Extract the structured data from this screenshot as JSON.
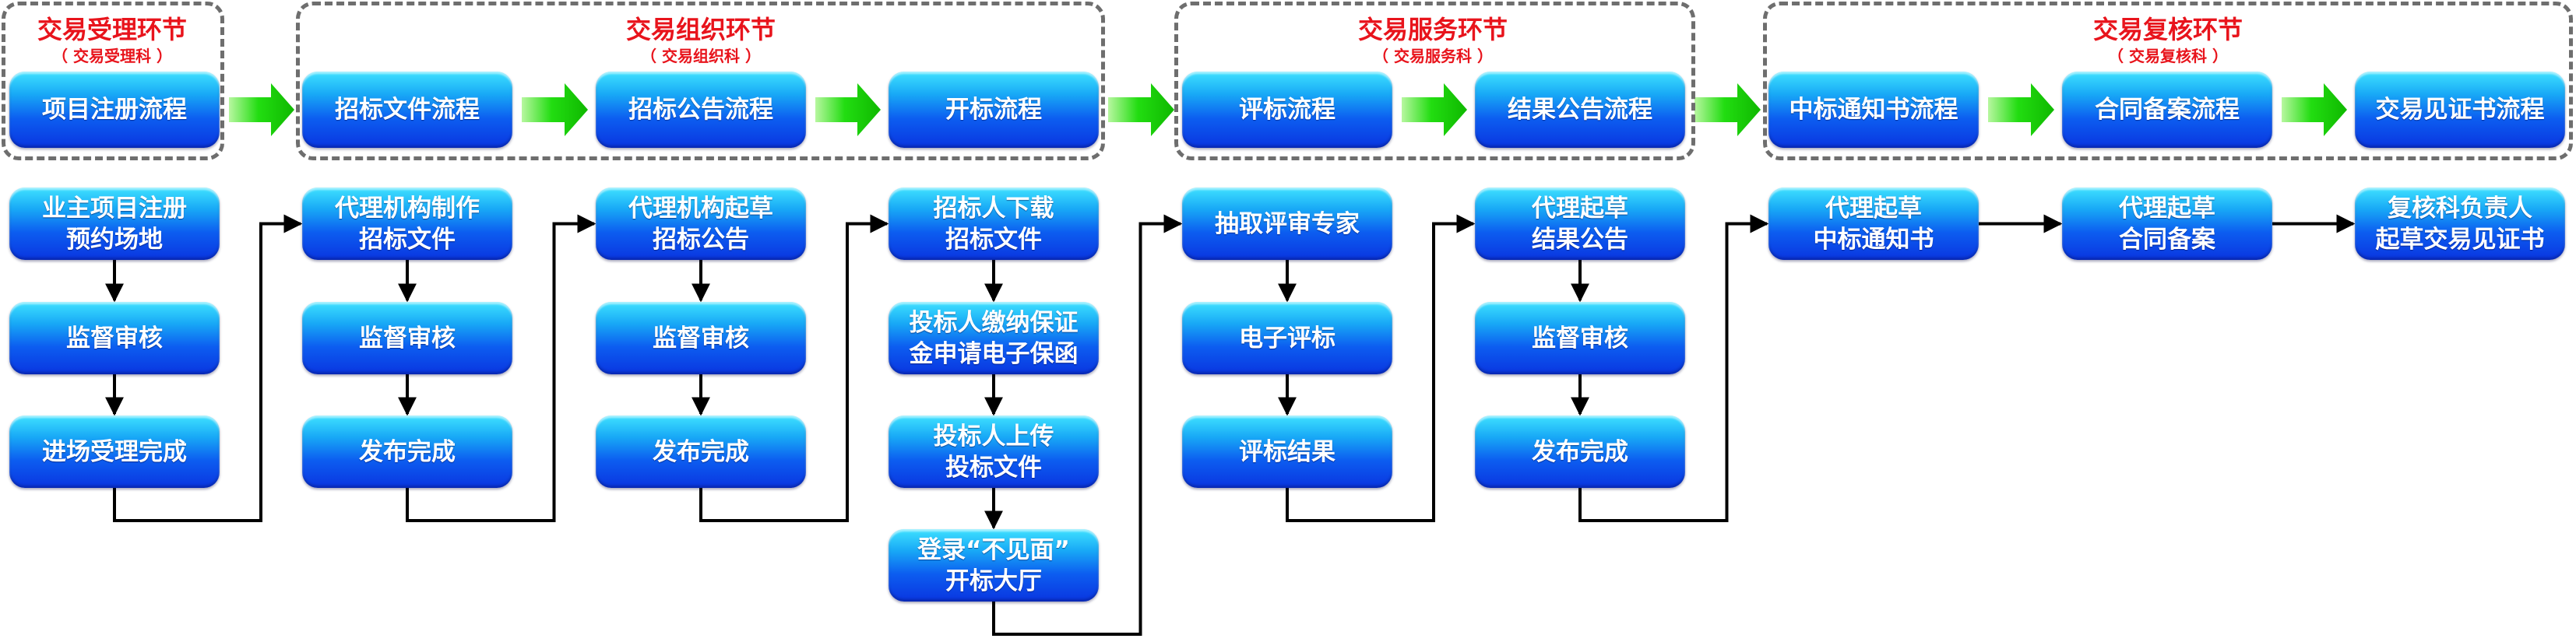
{
  "groups": [
    {
      "id": "g1",
      "title": "交易受理环节",
      "subtitle": "（ 交易受理科 ）"
    },
    {
      "id": "g2",
      "title": "交易组织环节",
      "subtitle": "（ 交易组织科 ）"
    },
    {
      "id": "g3",
      "title": "交易服务环节",
      "subtitle": "（ 交易服务科 ）"
    },
    {
      "id": "g4",
      "title": "交易复核环节",
      "subtitle": "（ 交易复核科 ）"
    }
  ],
  "stages": [
    "项目注册流程",
    "招标文件流程",
    "招标公告流程",
    "开标流程",
    "评标流程",
    "结果公告流程",
    "中标通知书流程",
    "合同备案流程",
    "交易见证书流程"
  ],
  "columns": [
    [
      "业主项目注册\n预约场地",
      "监督审核",
      "进场受理完成"
    ],
    [
      "代理机构制作\n招标文件",
      "监督审核",
      "发布完成"
    ],
    [
      "代理机构起草\n招标公告",
      "监督审核",
      "发布完成"
    ],
    [
      "招标人下载\n招标文件",
      "投标人缴纳保证\n金申请电子保函",
      "投标人上传\n投标文件",
      "登录“不见面”\n开标大厅"
    ],
    [
      "抽取评审专家",
      "电子评标",
      "评标结果"
    ],
    [
      "代理起草\n结果公告",
      "监督审核",
      "发布完成"
    ],
    [
      "代理起草\n中标通知书"
    ],
    [
      "代理起草\n合同备案"
    ],
    [
      "复核科负责人\n起草交易见证书"
    ]
  ],
  "colors": {
    "title_red": "#e8141c",
    "border_gray": "#6e6e6e",
    "node_top": "#3fe2ff",
    "node_bottom": "#0a35e0",
    "arrow_green": "#22dd11",
    "connector": "#000000"
  },
  "icons": {
    "stage_arrow": "green-right-arrow",
    "connector": "black-arrow"
  }
}
